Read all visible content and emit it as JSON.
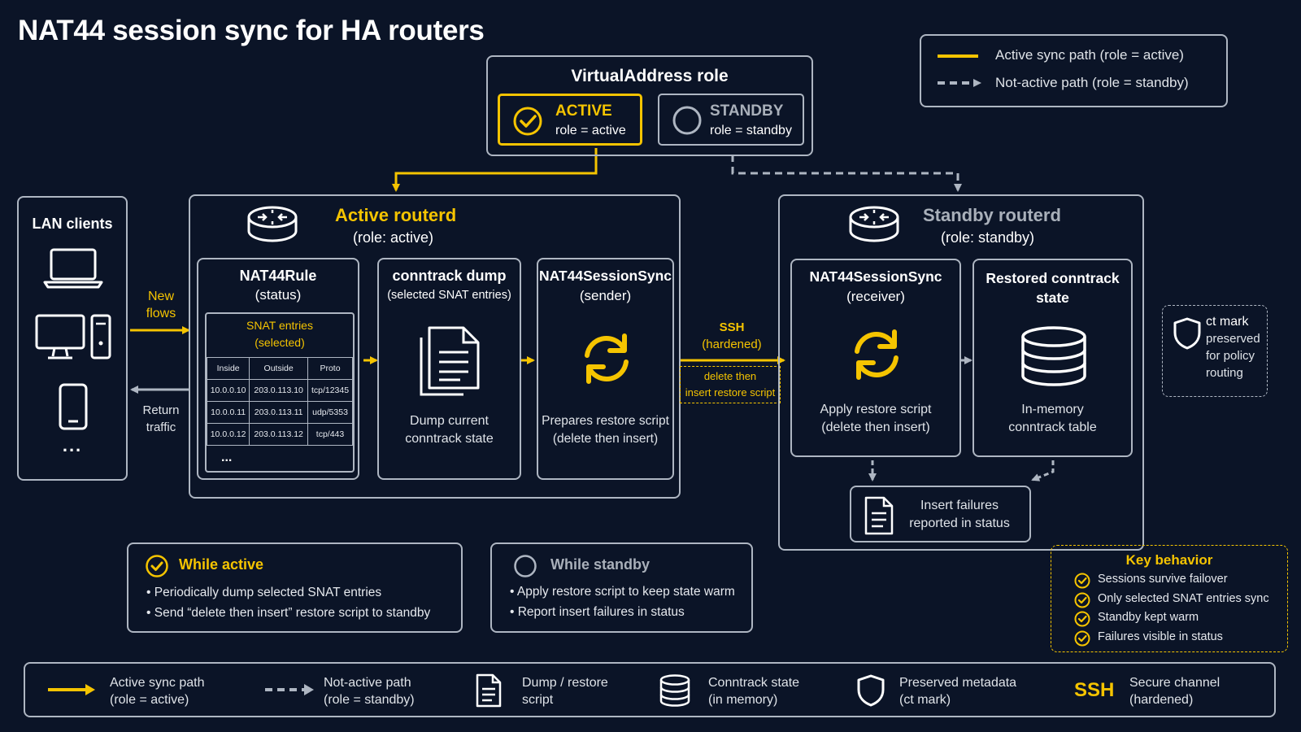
{
  "title": "NAT44 session sync for HA routers",
  "legend_top": {
    "active": "Active sync path (role = active)",
    "standby": "Not-active path (role = standby)"
  },
  "virtual_address": {
    "title": "VirtualAddress role",
    "active": {
      "label": "ACTIVE",
      "sub": "role = active"
    },
    "standby": {
      "label": "STANDBY",
      "sub": "role = standby"
    }
  },
  "lan": {
    "title": "LAN clients",
    "more": "...",
    "new_flows": [
      "New",
      "flows"
    ],
    "return_traffic": [
      "Return",
      "traffic"
    ]
  },
  "active_router": {
    "title": "Active routerd",
    "sub": "(role: active)",
    "nat_rule": {
      "title": "NAT44Rule",
      "sub": "(status)",
      "snat_title": "SNAT entries",
      "snat_sub": "(selected)",
      "columns": [
        "Inside",
        "Outside",
        "Proto"
      ],
      "rows": [
        [
          "10.0.0.10",
          "203.0.113.10",
          "tcp/12345"
        ],
        [
          "10.0.0.11",
          "203.0.113.11",
          "udp/5353"
        ],
        [
          "10.0.0.12",
          "203.0.113.12",
          "tcp/443"
        ]
      ],
      "more": "..."
    },
    "conntrack_dump": {
      "title": "conntrack dump",
      "sub": "(selected SNAT entries)",
      "desc": [
        "Dump current",
        "conntrack state"
      ]
    },
    "sender": {
      "title": "NAT44SessionSync",
      "sub": "(sender)",
      "desc": [
        "Prepares restore script",
        "(delete then insert)"
      ]
    }
  },
  "channel": {
    "label": [
      "SSH",
      "(hardened)"
    ],
    "note": [
      "delete then",
      "insert restore script"
    ]
  },
  "standby_router": {
    "title": "Standby routerd",
    "sub": "(role: standby)",
    "receiver": {
      "title": "NAT44SessionSync",
      "sub": "(receiver)",
      "desc": [
        "Apply restore script",
        "(delete then  insert)"
      ]
    },
    "restored": {
      "title": [
        "Restored conntrack",
        "state"
      ],
      "desc": [
        "In-memory",
        "conntrack table"
      ]
    },
    "failures": [
      "Insert failures",
      "reported in status"
    ]
  },
  "ct_mark": [
    "ct mark",
    "preserved",
    "for policy",
    "routing"
  ],
  "while_active": {
    "title": "While active",
    "items": [
      "Periodically dump selected SNAT entries",
      "Send “delete then insert” restore script to standby"
    ]
  },
  "while_standby": {
    "title": "While standby",
    "items": [
      "Apply restore script to keep state warm",
      "Report insert failures in status"
    ]
  },
  "key_behavior": {
    "title": "Key behavior",
    "items": [
      "Sessions survive failover",
      "Only selected SNAT entries sync",
      "Standby kept warm",
      "Failures visible in status"
    ]
  },
  "legend_bottom": {
    "active": [
      "Active sync path",
      "(role = active)"
    ],
    "standby": [
      "Not-active path",
      "(role = standby)"
    ],
    "script": [
      "Dump / restore",
      "script"
    ],
    "conntrack": [
      "Conntrack state",
      "(in memory)"
    ],
    "metadata": [
      "Preserved metadata",
      "(ct mark)"
    ],
    "ssh_icon": "SSH",
    "ssh": [
      "Secure channel",
      "(hardened)"
    ]
  },
  "colors": {
    "background": "#0b1427",
    "accent": "#f5c400",
    "border": "#aeb6c2",
    "muted": "#a9b0ba"
  },
  "icons": [
    "check-circle-icon",
    "empty-circle-icon",
    "router-icon",
    "laptop-icon",
    "desktop-icon",
    "phone-icon",
    "document-icon",
    "sync-icon",
    "database-icon",
    "shield-icon"
  ]
}
